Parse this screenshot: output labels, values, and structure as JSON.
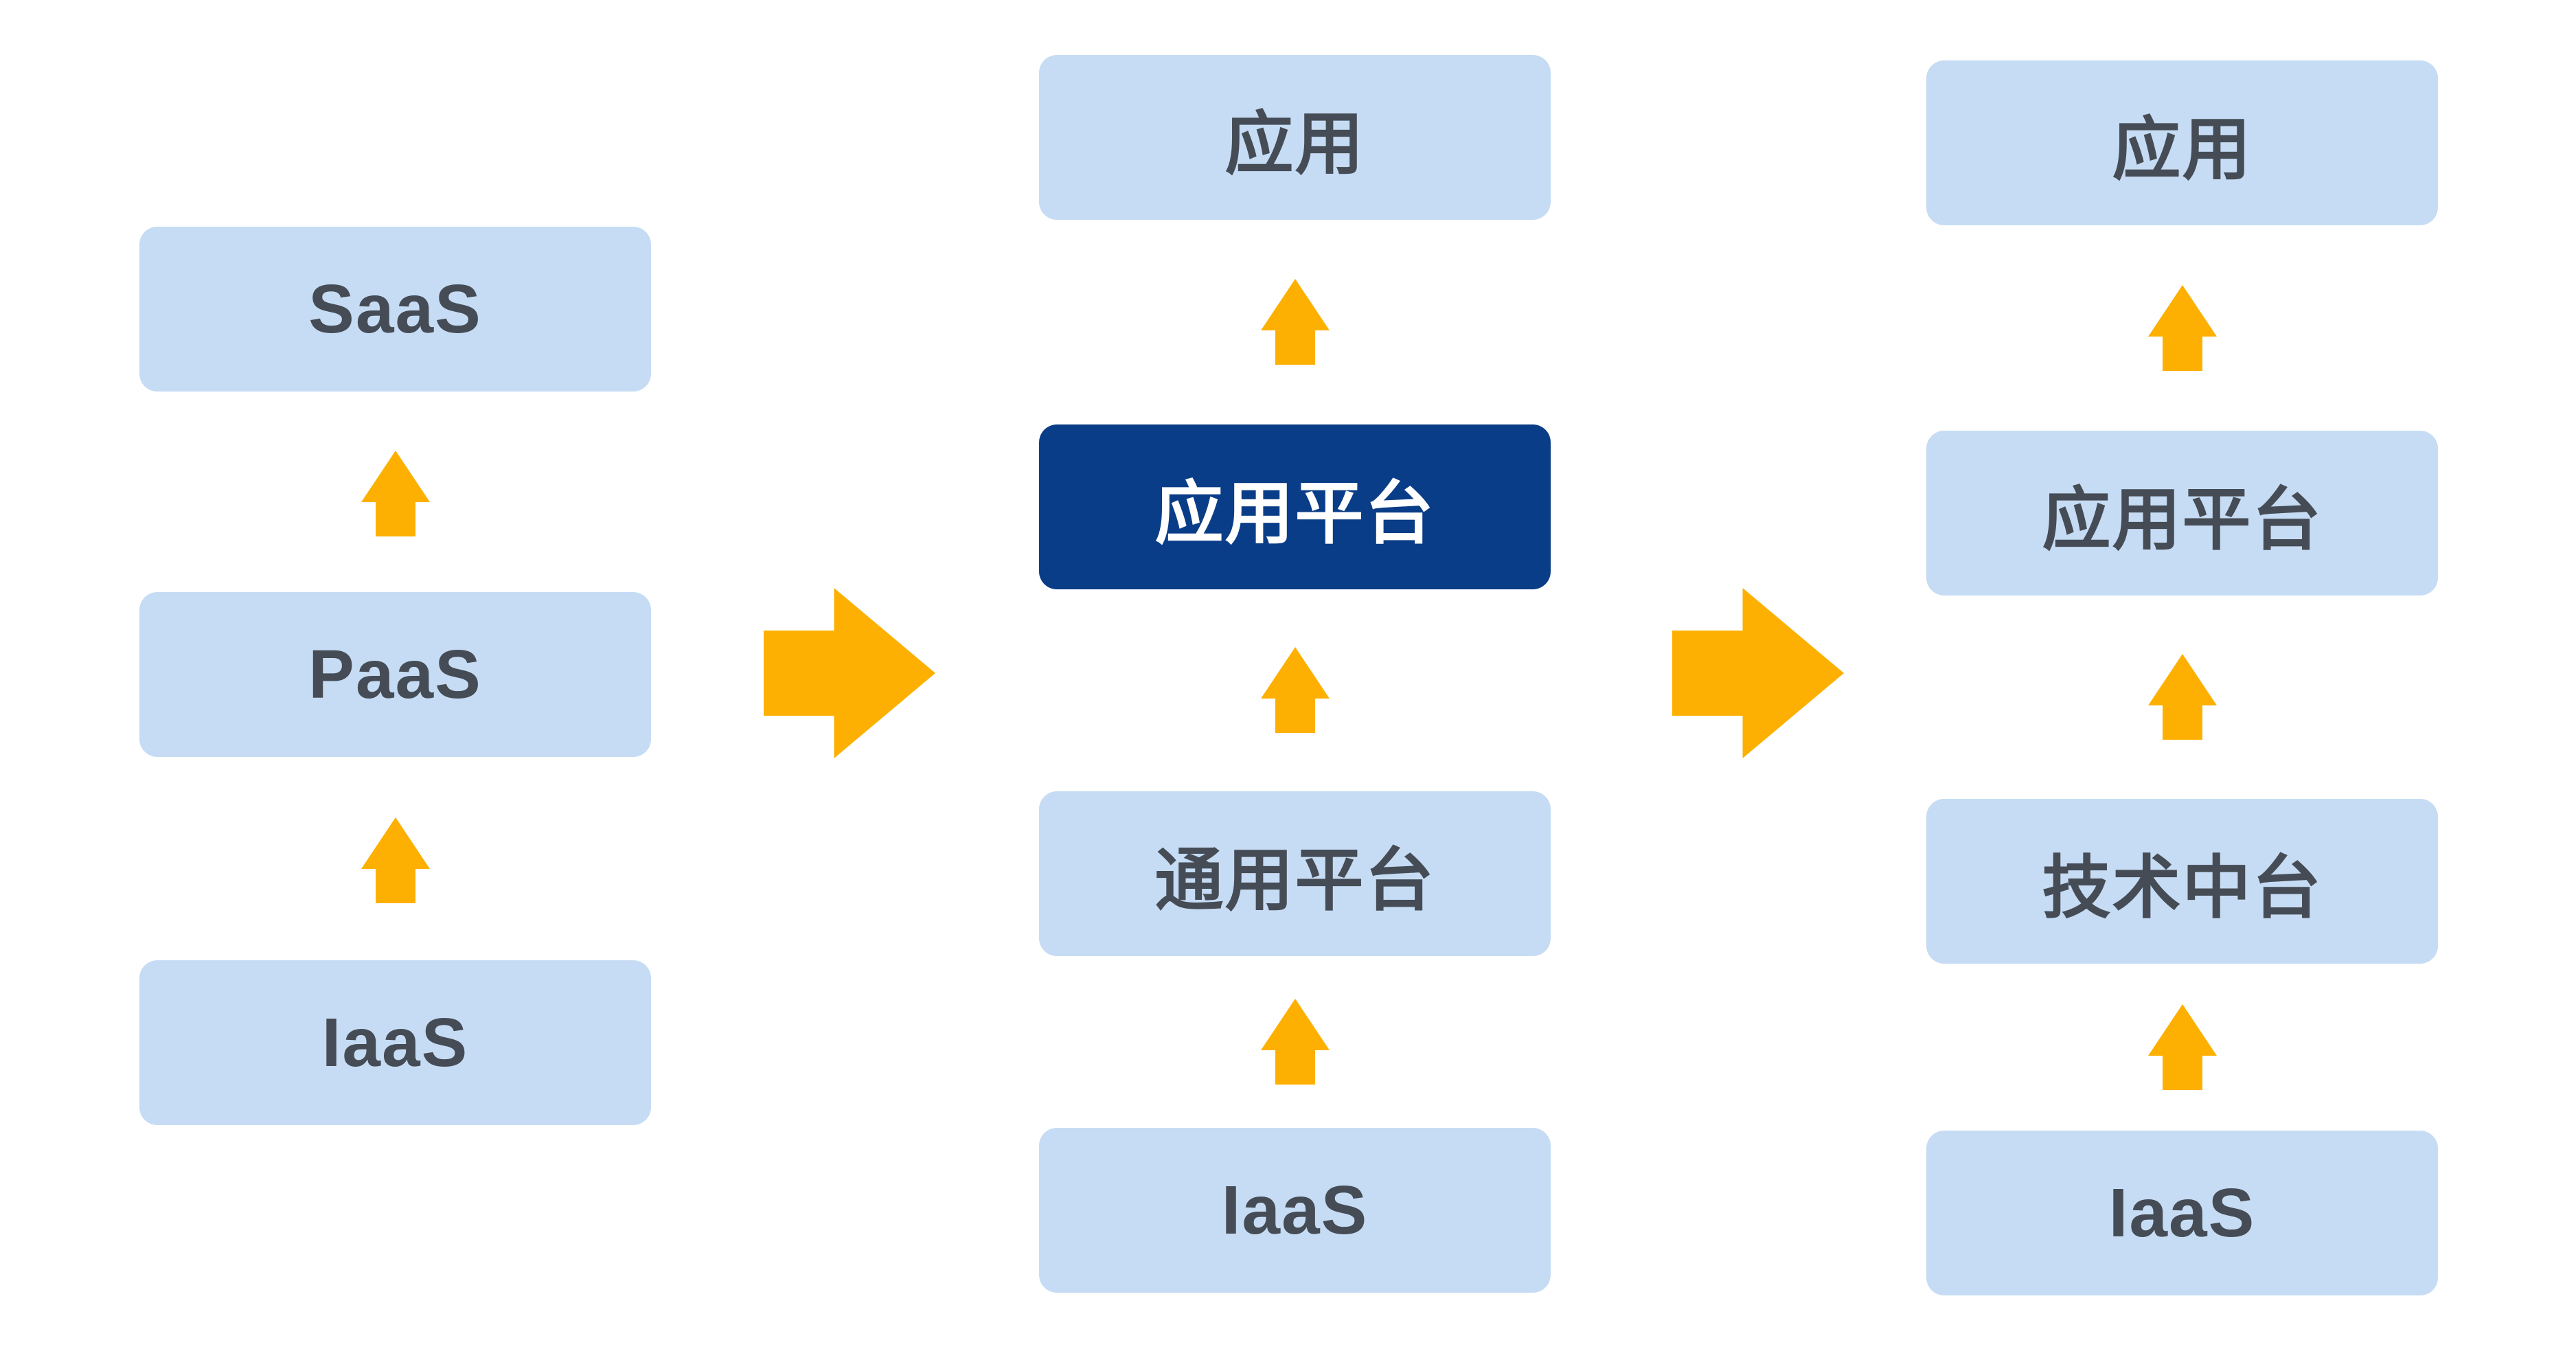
{
  "diagram": {
    "description": "Platform architecture evolution diagram with three stacked-layer columns connected by arrows",
    "colors": {
      "background": "#FFFFFF",
      "box_light": "#C6DCF4",
      "box_dark": "#0A3D87",
      "arrow": "#FDB001",
      "text_dark": "#454C55",
      "text_light": "#FFFFFF"
    },
    "columns": [
      {
        "name": "left-stack",
        "boxes": [
          {
            "label": "SaaS",
            "variant": "light"
          },
          {
            "label": "PaaS",
            "variant": "light"
          },
          {
            "label": "IaaS",
            "variant": "light"
          }
        ]
      },
      {
        "name": "middle-stack",
        "boxes": [
          {
            "label": "应用",
            "variant": "light"
          },
          {
            "label": "应用平台",
            "variant": "dark"
          },
          {
            "label": "通用平台",
            "variant": "light"
          },
          {
            "label": "IaaS",
            "variant": "light"
          }
        ]
      },
      {
        "name": "right-stack",
        "boxes": [
          {
            "label": "应用",
            "variant": "light"
          },
          {
            "label": "应用平台",
            "variant": "light"
          },
          {
            "label": "技术中台",
            "variant": "light"
          },
          {
            "label": "IaaS",
            "variant": "light"
          }
        ]
      }
    ]
  }
}
